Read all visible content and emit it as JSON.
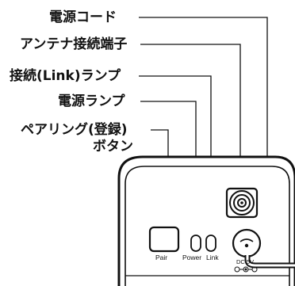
{
  "callouts": {
    "power_cord": "電源コード",
    "antenna": "アンテナ接続端子",
    "link_lamp": "接続(Link)ランプ",
    "power_lamp": "電源ランプ",
    "pair_button_line1": "ペアリング(登録)",
    "pair_button_line2": "ボタン"
  },
  "device_labels": {
    "pair": "Pair",
    "power": "Power",
    "link": "Link",
    "dc": "DC 5V"
  },
  "colors": {
    "line": "#111111",
    "body_fill": "#ffffff"
  }
}
